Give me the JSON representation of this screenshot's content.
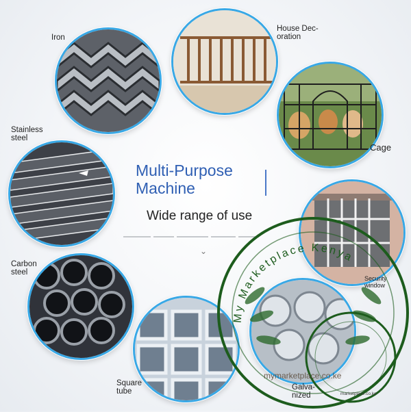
{
  "header": {
    "title": "Multi-Purpose\nMachine",
    "subtitle": "Wide range of use"
  },
  "categories": [
    {
      "id": "iron",
      "label": "Iron"
    },
    {
      "id": "house",
      "label": "House Dec-\noration"
    },
    {
      "id": "cage",
      "label": "Cage"
    },
    {
      "id": "stainless",
      "label": "Stainless\nsteel"
    },
    {
      "id": "security",
      "label": "Security\nwindow"
    },
    {
      "id": "carbon",
      "label": "Carbon\nsteel"
    },
    {
      "id": "square",
      "label": "Square\ntube"
    },
    {
      "id": "galvanized",
      "label": "Galva-\nnized"
    }
  ],
  "watermark": {
    "brand_text": "My Marketplace Kenya",
    "url_large": "mymarketplace.co.ke",
    "url_small": "marketplace.co.ke"
  },
  "colors": {
    "ring": "#38a8e6",
    "title": "#2f5fb3",
    "watermark": "#1d5c1d"
  },
  "icons": {
    "scroll": "chevron-down-icon"
  }
}
